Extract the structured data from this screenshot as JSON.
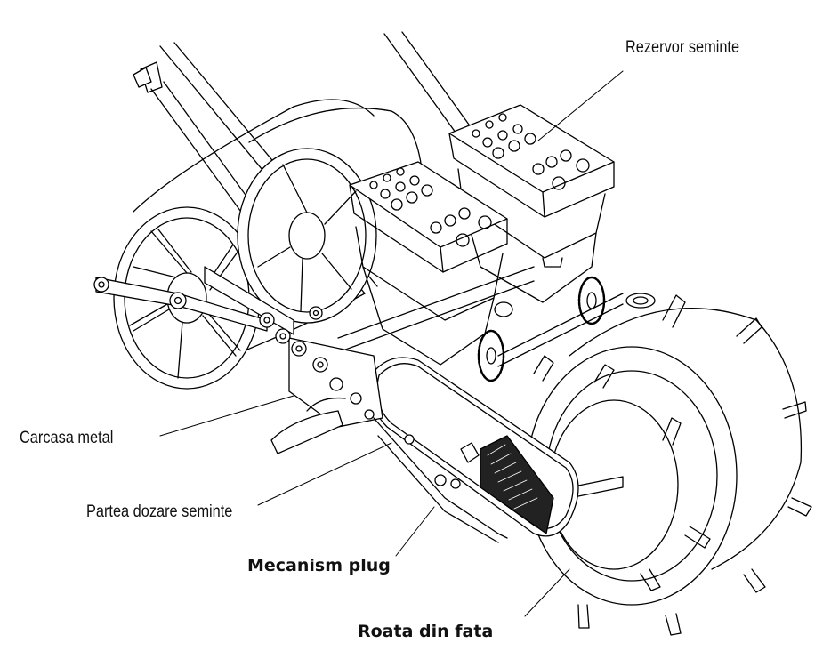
{
  "labels": {
    "rezervor": "Rezervor seminte",
    "carcasa": "Carcasa metal",
    "dozare": "Partea dozare seminte",
    "plug": "Mecanism plug",
    "roata": "Roata din fata"
  },
  "colors": {
    "stroke": "#000000",
    "background": "#ffffff",
    "label_plate": "#222222"
  }
}
